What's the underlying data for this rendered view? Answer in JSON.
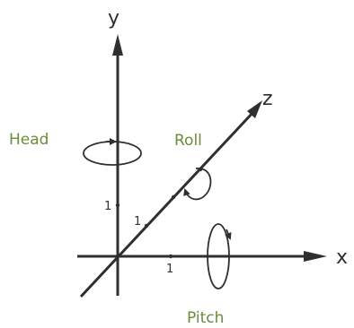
{
  "axes": {
    "x": {
      "label": "x"
    },
    "y": {
      "label": "y"
    },
    "z": {
      "label": "z"
    }
  },
  "ticks": {
    "x_tick": "1",
    "y_tick": "1",
    "z_tick": "1"
  },
  "rotations": {
    "head": {
      "label": "Head"
    },
    "roll": {
      "label": "Roll"
    },
    "pitch": {
      "label": "Pitch"
    }
  },
  "colors": {
    "axis": "#2f2f2f",
    "rotation_label": "#6b8c3a",
    "background": "#ffffff"
  }
}
